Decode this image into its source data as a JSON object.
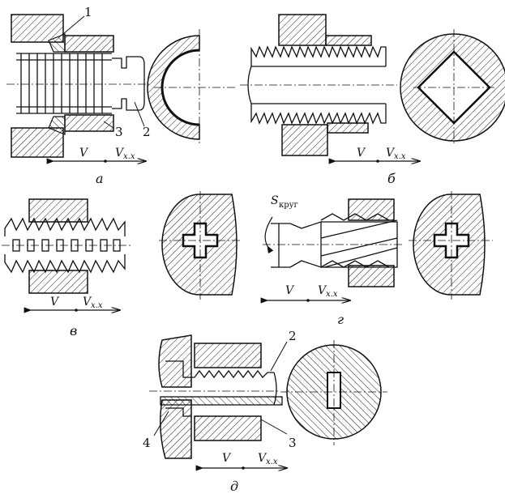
{
  "labels": {
    "part1": "1",
    "part2": "2",
    "part3": "3",
    "part4": "4",
    "v": "V",
    "vxx": "V",
    "vxx_sub": "x.x",
    "s": "S",
    "s_sub": "круг"
  },
  "panels": {
    "a": "а",
    "b": "б",
    "v": "в",
    "g": "г",
    "d": "д"
  },
  "colors": {
    "ink": "#111111",
    "hatch": "#222222",
    "background": "#ffffff"
  }
}
